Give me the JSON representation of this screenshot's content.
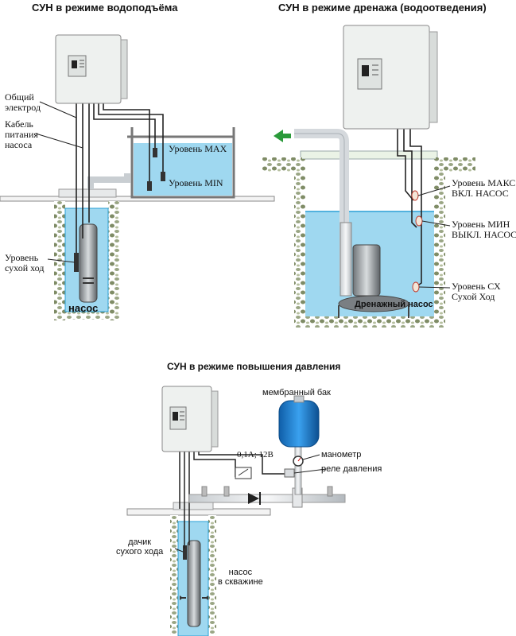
{
  "titles": {
    "lift": "СУН в режиме водоподъёма",
    "drain": "СУН в режиме дренажа (водоотведения)",
    "pressure": "СУН в режиме повышения давления"
  },
  "lift": {
    "common_electrode": [
      "Общий",
      "электрод"
    ],
    "power_cable": [
      "Кабель",
      "питания",
      "насоса"
    ],
    "level_max": "Уровень MAX",
    "level_min": "Уровень MIN",
    "level_dry": [
      "Уровень",
      "сухой ход"
    ],
    "pump": "насос"
  },
  "drain": {
    "level_max": [
      "Уровень МАКС",
      "ВКЛ. НАСОС"
    ],
    "level_min": [
      "Уровень МИН",
      "ВЫКЛ. НАСОС"
    ],
    "level_dry": [
      "Уровень СХ",
      "Сухой Ход"
    ],
    "pump": "Дренажный насос"
  },
  "pressure": {
    "tank": "мембранный бак",
    "gauge": "манометр",
    "switch": "реле давления",
    "rating": "0,1А; 12В",
    "dry_sensor": [
      "дачик",
      "сухого хода"
    ],
    "pump": [
      "насос",
      "в скважине"
    ]
  },
  "colors": {
    "water": "#9fd8f0",
    "water_edge": "#2a9fd6",
    "ground": "#8a9870",
    "tank": "#1e88d8",
    "arrow": "#2a9a3a",
    "cabinet": "#eef1ef"
  }
}
